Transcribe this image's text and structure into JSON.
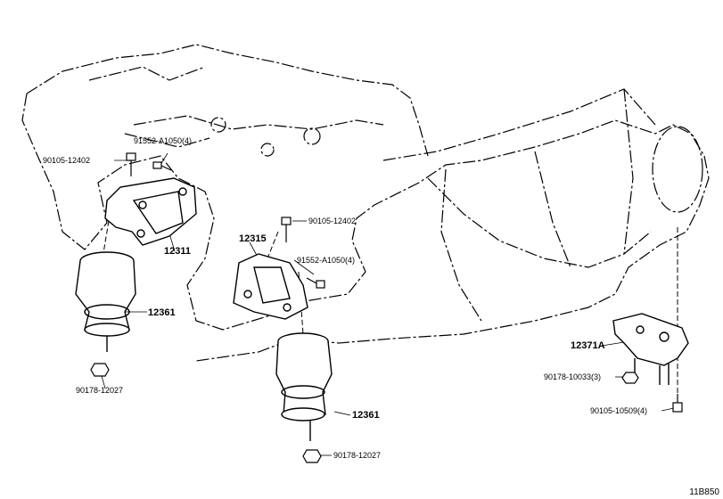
{
  "figure_id": "11B850",
  "callouts": {
    "bolt_left": "90105-12402",
    "bolt_small_left": "91552-A1050(4)",
    "bracket_left": "12311",
    "insulator_left": "12361",
    "nut_left": "90178-12027",
    "bolt_center": "90105-12402",
    "bracket_center": "12315",
    "bolt_small_center": "91552-A1050(4)",
    "insulator_center": "12361",
    "nut_center": "90178-12027",
    "rear_mount": "12371A",
    "nut_rear": "90178-10033(3)",
    "bolt_rear": "90105-10509(4)"
  }
}
